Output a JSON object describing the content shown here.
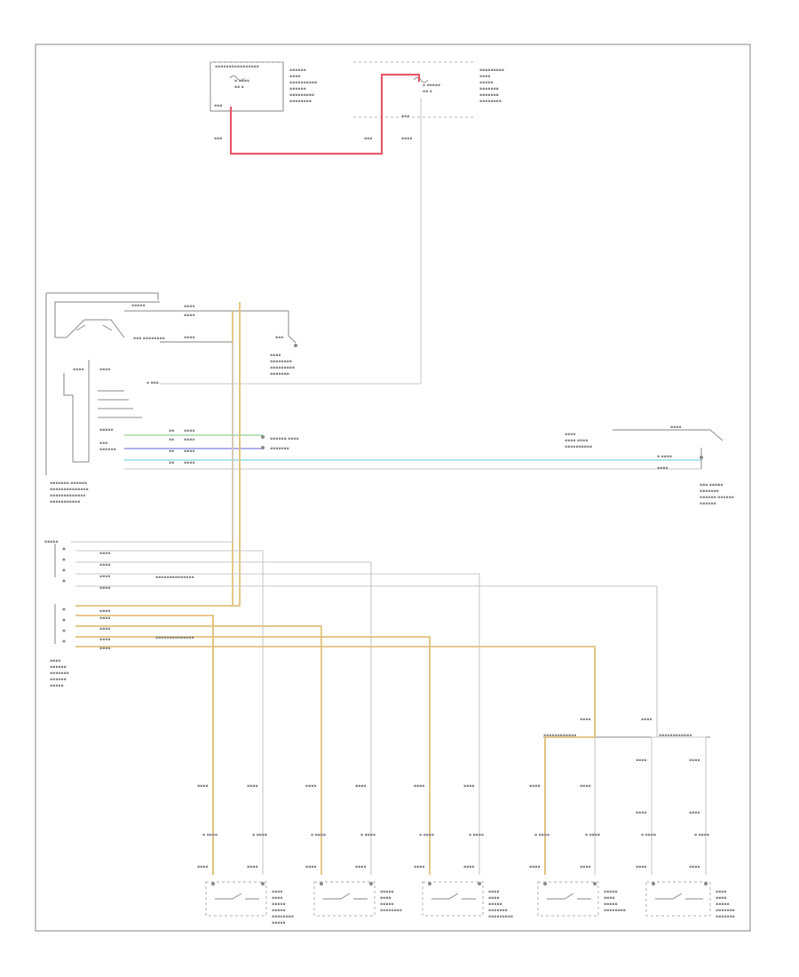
{
  "diagram": {
    "footer_code": "",
    "colors": {
      "red_wire": "#e8596a",
      "tan_wire": "#e2c079",
      "green_wire": "#8fd18f",
      "blue_wire": "#7d7de0",
      "cyan_wire": "#7fd9e0",
      "gray_wire": "#c8c8c8"
    },
    "components": [
      {
        "id": "top-fuse-panel",
        "icon": "fuse-icon"
      },
      {
        "id": "top-right-fuse",
        "icon": "fuse-icon"
      },
      {
        "id": "multifunction-switch",
        "icon": "switch-icon"
      },
      {
        "id": "left-junction-block",
        "icon": "connector-icon"
      },
      {
        "id": "right-door-switch",
        "icon": "switch-icon"
      },
      {
        "id": "bottom-switch-1",
        "icon": "switch-icon"
      },
      {
        "id": "bottom-switch-2",
        "icon": "switch-icon"
      },
      {
        "id": "bottom-switch-3",
        "icon": "switch-icon"
      },
      {
        "id": "bottom-switch-4",
        "icon": "switch-icon"
      },
      {
        "id": "bottom-switch-5",
        "icon": "switch-icon"
      }
    ]
  }
}
